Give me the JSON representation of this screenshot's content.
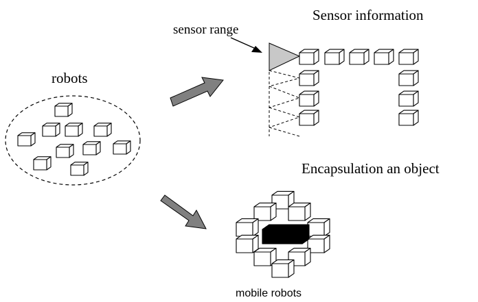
{
  "labels": {
    "robots": "robots",
    "sensor_range": "sensor range",
    "sensor_information": "Sensor information",
    "encapsulation": "Encapsulation an object",
    "mobile_robots": "mobile robots"
  },
  "colors": {
    "stroke": "#000000",
    "cube_face": "#ffffff",
    "sensor_fill": "#c8c8c8",
    "arrow_fill": "#808080",
    "object_fill": "#000000"
  }
}
